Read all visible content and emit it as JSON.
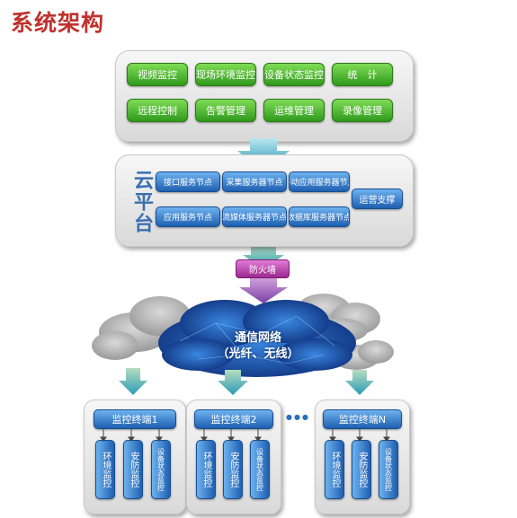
{
  "title": "系统架构",
  "top_panel": {
    "row1": [
      "视频监控",
      "现场环境监控",
      "设备状态监控",
      "统　计"
    ],
    "row2": [
      "远程控制",
      "告警管理",
      "运维管理",
      "录像管理"
    ]
  },
  "cloud_platform": {
    "label": "云平台",
    "row1": [
      "接口服务节点",
      "采集服务器节点",
      "移动应用服务器节点"
    ],
    "row2": [
      "应用服务节点",
      "流媒体服务器节点",
      "数据库服务器节点"
    ],
    "side": "运营支撑"
  },
  "firewall": "防火墙",
  "network": {
    "line1": "通信网络",
    "line2": "（光纤、无线）"
  },
  "terminals": [
    {
      "title": "监控终端1",
      "items": [
        "环境监控",
        "安防监控",
        "设备状态监控"
      ]
    },
    {
      "title": "监控终端2",
      "items": [
        "环境监控",
        "安防监控",
        "设备状态监控"
      ]
    },
    {
      "title": "监控终端N",
      "items": [
        "环境监控",
        "安防监控",
        "设备状态监控"
      ]
    }
  ],
  "ellipsis": "●●●",
  "colors": {
    "title": "#c0322e",
    "green_button": "#3fae2a",
    "blue_button": "#2a6fc0",
    "firewall": "#b03aa4",
    "arrow": "#2f9fb4",
    "cloud_core": "#1b4fa8"
  }
}
